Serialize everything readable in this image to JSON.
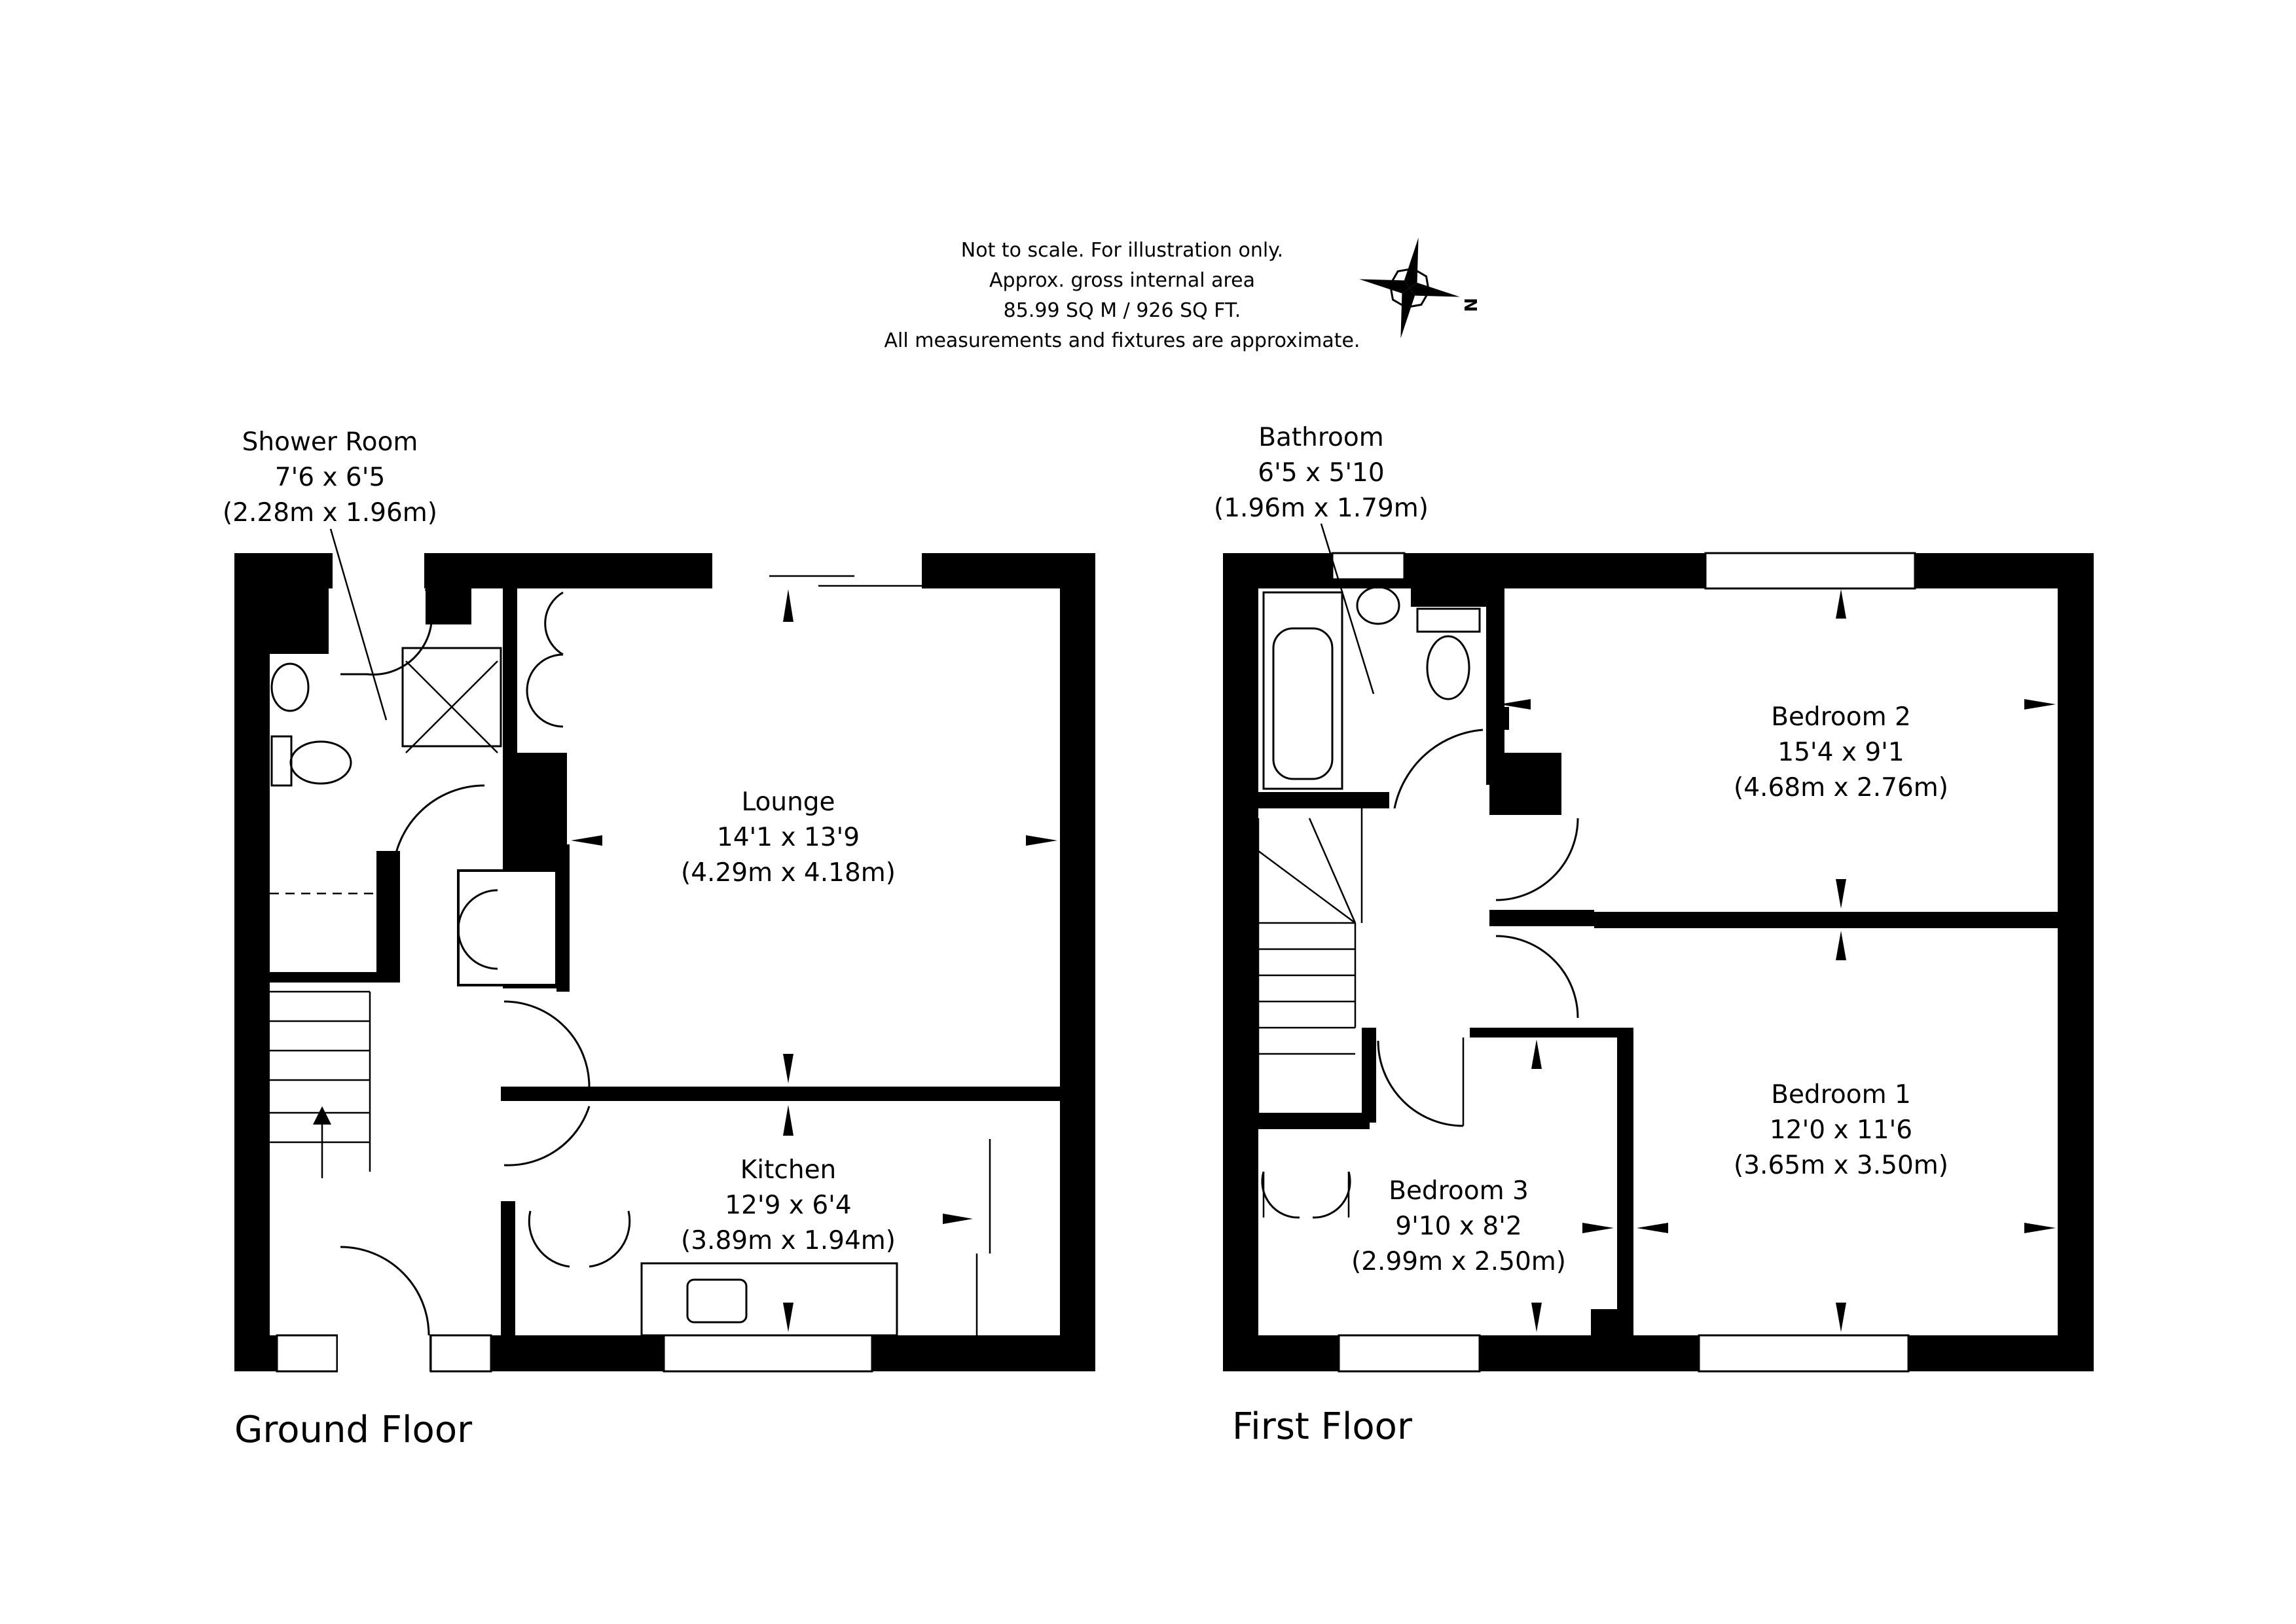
{
  "notes": [
    "Not to scale. For illustration only.",
    "Approx. gross internal area",
    "85.99 SQ M / 926 SQ FT.",
    "All measurements and fixtures are approximate."
  ],
  "compass": {
    "letter": "N",
    "icon": "compass-rose-icon"
  },
  "ground_floor": {
    "title": "Ground Floor",
    "rooms": [
      {
        "name": "Shower Room",
        "imperial": "7'6 x 6'5",
        "metric": "(2.28m x 1.96m)"
      },
      {
        "name": "Lounge",
        "imperial": "14'1 x 13'9",
        "metric": "(4.29m x 4.18m)"
      },
      {
        "name": "Kitchen",
        "imperial": "12'9 x 6'4",
        "metric": "(3.89m x 1.94m)"
      }
    ]
  },
  "first_floor": {
    "title": "First Floor",
    "rooms": [
      {
        "name": "Bathroom",
        "imperial": "6'5 x 5'10",
        "metric": "(1.96m x 1.79m)"
      },
      {
        "name": "Bedroom 2",
        "imperial": "15'4 x 9'1",
        "metric": "(4.68m x 2.76m)"
      },
      {
        "name": "Bedroom 1",
        "imperial": "12'0 x 11'6",
        "metric": "(3.65m x 3.50m)"
      },
      {
        "name": "Bedroom 3",
        "imperial": "9'10 x 8'2",
        "metric": "(2.99m x 2.50m)"
      }
    ]
  }
}
